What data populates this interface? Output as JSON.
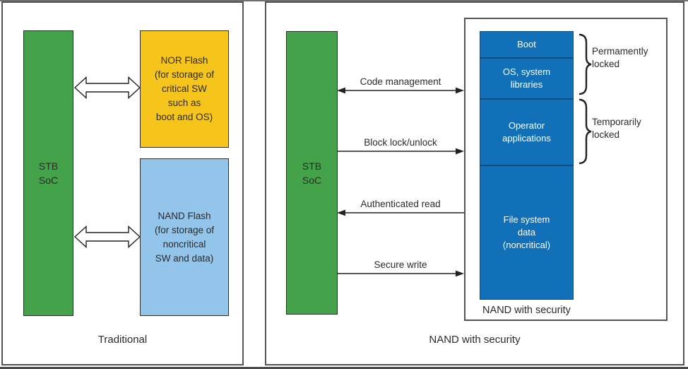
{
  "colors": {
    "green": "#43a24a",
    "yellow": "#f6c51c",
    "light-blue": "#93c5eb",
    "dark-blue": "#1170b8",
    "navy": "#0e4e7e",
    "ink": "#2d2a28"
  },
  "left_panel": {
    "caption": "Traditional",
    "soc": {
      "lines": [
        "STB",
        "SoC"
      ]
    },
    "nor_flash": {
      "lines": [
        "NOR Flash",
        "(for storage of",
        "critical SW",
        "such as",
        "boot and OS)"
      ]
    },
    "nand_flash": {
      "lines": [
        "NAND Flash",
        "(for storage of",
        "noncritical",
        "SW and data)"
      ]
    }
  },
  "right_panel": {
    "caption": "NAND with security",
    "soc": {
      "lines": [
        "STB",
        "SoC"
      ]
    },
    "arrows": [
      {
        "label": "Code management",
        "direction": "both"
      },
      {
        "label": "Block lock/unlock",
        "direction": "right"
      },
      {
        "label": "Authenticated read",
        "direction": "left"
      },
      {
        "label": "Secure write",
        "direction": "right"
      }
    ],
    "stack": {
      "label": "NAND with security",
      "sections": [
        {
          "lines": [
            "Boot"
          ]
        },
        {
          "lines": [
            "OS, system",
            "libraries"
          ]
        },
        {
          "lines": [
            "Operator",
            "applications"
          ]
        },
        {
          "lines": [
            "File system",
            "data",
            "(noncritical)"
          ]
        }
      ]
    },
    "braces": [
      {
        "lines": [
          "Permamently",
          "locked"
        ]
      },
      {
        "lines": [
          "Temporarily",
          "locked"
        ]
      }
    ]
  }
}
